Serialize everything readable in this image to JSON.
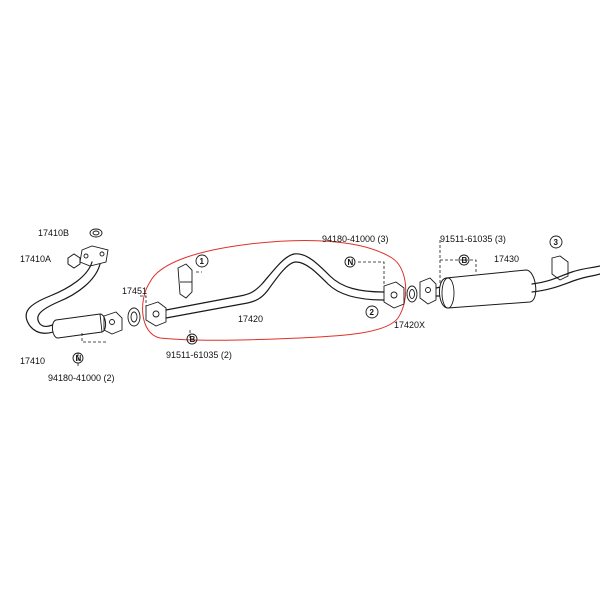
{
  "parts": {
    "p17410B": "17410B",
    "p17410A": "17410A",
    "p17410": "17410",
    "p17451": "17451",
    "p17420": "17420",
    "p17420X": "17420X",
    "p17430": "17430"
  },
  "fasteners": {
    "left_bottom": {
      "badge": "N",
      "code": "94180-41000 (2)"
    },
    "mid_bottom": {
      "badge": "B",
      "code": "91511-61035 (2)"
    },
    "mid_top": {
      "badge": "N",
      "code": "94180-41000 (3)"
    },
    "right_top": {
      "badge": "B",
      "code": "91511-61035 (3)"
    }
  },
  "callouts": {
    "c1": "1",
    "c2": "2",
    "c3": "3"
  },
  "colors": {
    "line": "#1a1a1a",
    "highlight": "#e0302a",
    "background": "#ffffff"
  }
}
